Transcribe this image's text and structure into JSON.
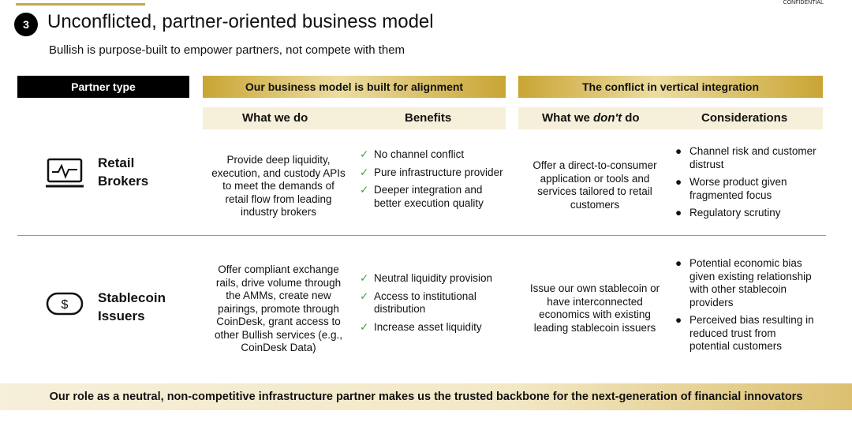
{
  "confidential": "CONFIDENTIAL",
  "section_number": "3",
  "title": "Unconflicted, partner-oriented business model",
  "subtitle": "Bullish is purpose-built to empower partners, not compete with them",
  "headers": {
    "partner_type": "Partner type",
    "alignment": "Our business model is built for alignment",
    "conflict": "The conflict in vertical integration",
    "what_we_do": "What we do",
    "benefits": "Benefits",
    "what_we_dont_do_1": "What we ",
    "what_we_dont_do_2": "don't",
    "what_we_dont_do_3": " do",
    "considerations": "Considerations"
  },
  "rows": [
    {
      "name": "Retail Brokers",
      "icon": "monitor-chart-icon",
      "what_we_do": "Provide deep liquidity, execution, and custody APIs to meet the demands of retail flow from leading industry brokers",
      "benefits": [
        "No channel conflict",
        "Pure infrastructure provider",
        "Deeper integration and better execution quality"
      ],
      "dont_do": "Offer a direct-to-consumer application or tools and services tailored to retail customers",
      "considerations": [
        "Channel risk and customer distrust",
        "Worse product given fragmented focus",
        "Regulatory scrutiny"
      ]
    },
    {
      "name": "Stablecoin Issuers",
      "icon": "dollar-coin-icon",
      "what_we_do": "Offer compliant exchange rails, drive volume through the AMMs, create new pairings, promote through CoinDesk, grant access to other Bullish services (e.g., CoinDesk Data)",
      "benefits": [
        "Neutral liquidity provision",
        "Access to institutional distribution",
        "Increase asset liquidity"
      ],
      "dont_do": "Issue our own stablecoin or have interconnected economics with existing leading stablecoin issuers",
      "considerations": [
        "Potential economic bias given existing relationship with other stablecoin providers",
        "Perceived bias resulting in reduced trust from potential customers"
      ]
    }
  ],
  "footer": "Our role as a neutral, non-competitive infrastructure partner makes us the trusted backbone for the next-generation of financial innovators"
}
